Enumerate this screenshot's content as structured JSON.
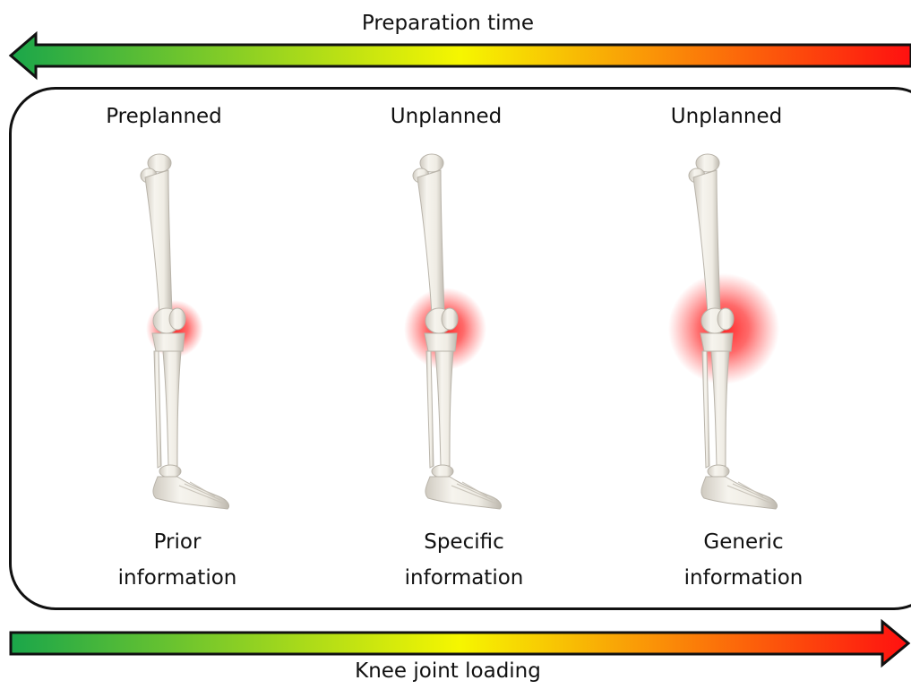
{
  "top_axis_label": "Preparation time",
  "bottom_axis_label": "Knee joint loading",
  "panels": [
    {
      "title": "Preplanned",
      "caption_line1": "Prior",
      "caption_line2": "information",
      "glow_level": 1
    },
    {
      "title": "Unplanned",
      "caption_line1": "Specific",
      "caption_line2": "information",
      "glow_level": 2
    },
    {
      "title": "Unplanned",
      "caption_line1": "Generic",
      "caption_line2": "information",
      "glow_level": 3
    }
  ],
  "colors": {
    "gradient_green": "#1aa64a",
    "gradient_yellow": "#f6f600",
    "gradient_red": "#ff1010",
    "glow": "#ff1a1a",
    "bone": "#eeebe3",
    "outline": "#111111"
  }
}
